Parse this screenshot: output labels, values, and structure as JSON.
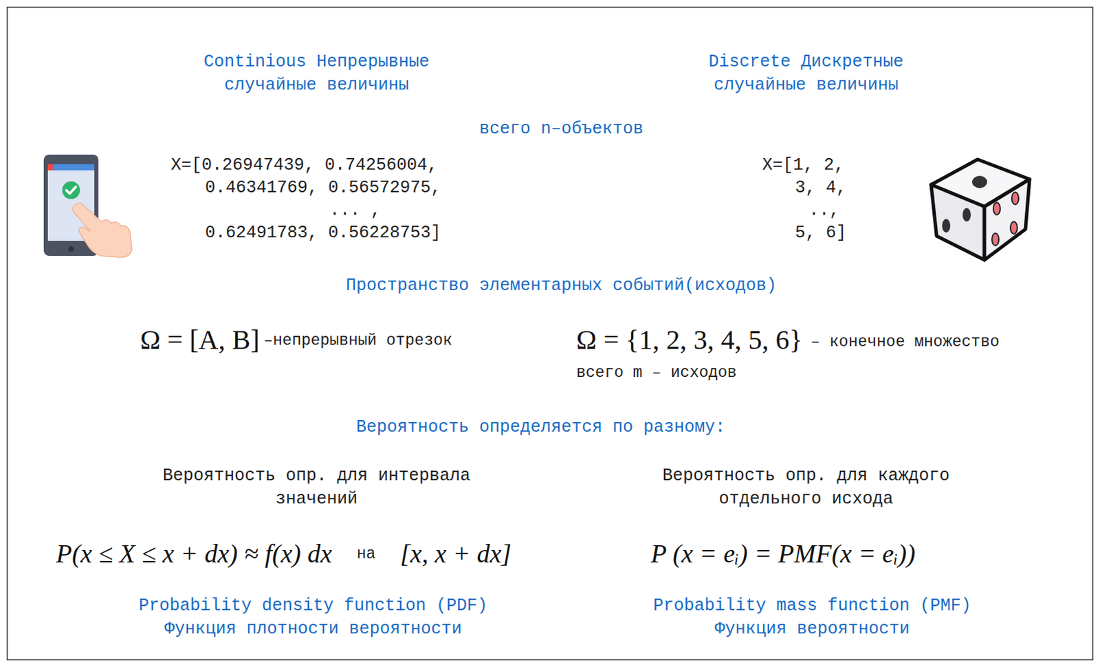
{
  "diagram": {
    "labels": [
      "Continious Непрерывные случайные величины",
      "Discrete Дискретные случайные величины",
      "всего n–объектов",
      "X=[0.26947439, 0.74256004,",
      "0.46341769, 0.56572975,",
      "... ,",
      "0.62491783, 0.56228753]",
      "X=[1, 2,",
      "3, 4,",
      "..,",
      "5, 6]",
      "Пространство элементарных событий(исходов)",
      "Ω = [A, B]",
      "–непрерывный отрезок",
      "Ω = {1, 2, 3, 4, 5, 6}",
      "– конечное множество",
      "всего m – исходов",
      "Вероятность определяется по разному:",
      "Вероятность опр. для интервала значений",
      "Вероятность опр. для каждого отдельного исхода",
      "P(x ≤ X ≤ x + dx) ≈ f(x) dx",
      "на",
      "[x, x + dx]",
      "P (x = eᵢ) = PMF(x = eᵢ))",
      "Probability density function (PDF) Функция плотности вероятности",
      "Probability mass function (PMF) Функция вероятности"
    ]
  }
}
